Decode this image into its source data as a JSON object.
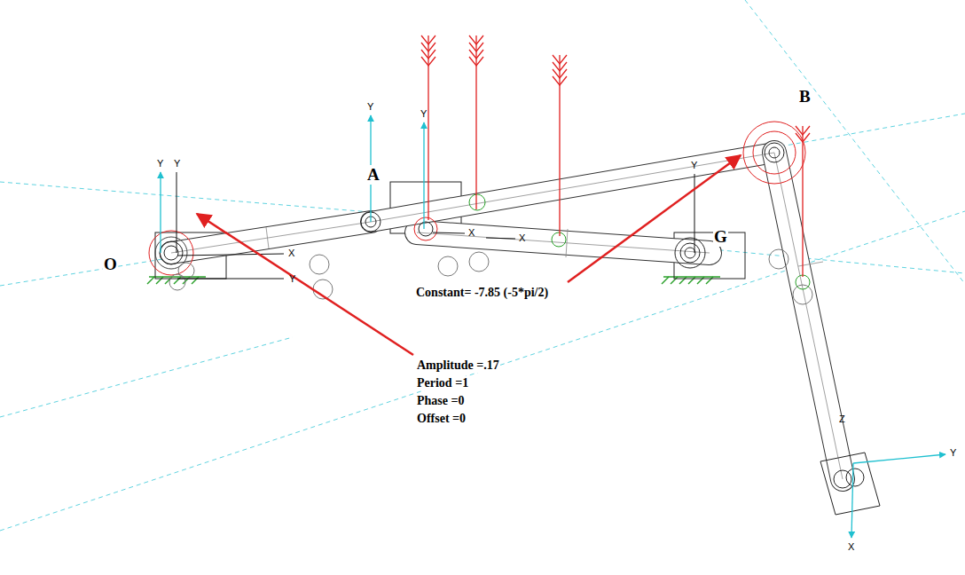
{
  "diagram": {
    "labels": [
      "O",
      "A",
      "B",
      "G",
      "Constant= -7.85 (-5*pi/2)",
      "Amplitude =.17",
      "Period =1",
      "Phase =0",
      "Offset =0",
      "Y",
      "Y",
      "X",
      "Y",
      "Y",
      "Y",
      "X",
      "X",
      "Y",
      "Z",
      "Y",
      "X"
    ]
  }
}
